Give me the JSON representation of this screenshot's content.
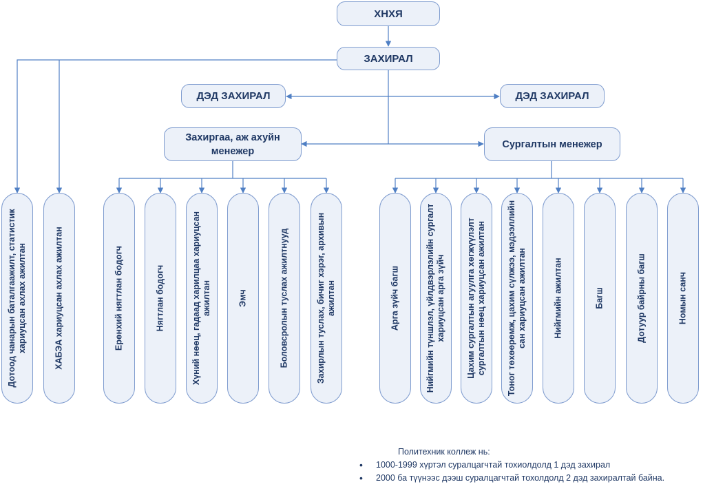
{
  "org": {
    "top": "ХНХЯ",
    "director": "ЗАХИРАЛ",
    "deputy_left": "ДЭД ЗАХИРАЛ",
    "deputy_right": "ДЭД ЗАХИРАЛ",
    "manager_admin": "Захиргаа, аж ахуйн менежер",
    "manager_training": "Сургалтын менежер"
  },
  "direct_staff": [
    "Дотоод чанарын баталгаажилт, статистик хариуцсан ахлах ажилтан",
    "ХАБЭА хариуцсан ахлах ажилтан"
  ],
  "admin_staff": [
    "Ерөнхий нягтлан бодогч",
    "Нягтлан бодогч",
    "Хүний нөөц, гадаад харилцаа хариуцсан ажилтан",
    "Эмч",
    "Боловсролын туслах ажилтнууд",
    "Захирлын туслах, бичиг хэрэг, архивын ажилтан"
  ],
  "training_staff": [
    "Арга зүйч багш",
    "Нийгмийн түншлэл, үйлдвэрлэлийн сургалт хариуцсан арга зүйч",
    "Цахим сургалтын агуулга хөгжүүлэлт сургалтын нөөц хариуцсан ажилтан",
    "Тоног төхөөрөмж, цахим сүлжээ, мэдээллийн сан хариуцсан ажилтан",
    "Нийгмийн ажилтан",
    "Багш",
    "Дотуур байрны багш",
    "Номын санч"
  ],
  "notes": {
    "heading": "Политехник коллеж нь:",
    "items": [
      "1000-1999 хүртэл суралцагчтай тохиолдолд 1 дэд захирал",
      "2000 ба түүнээс дээш суралцагчтай тохолдолд 2 дэд захиралтай байна."
    ]
  },
  "colors": {
    "box_fill": "#ecf1f9",
    "box_border": "#7f9ccf",
    "text": "#1f3864",
    "line": "#4f7fc4"
  }
}
